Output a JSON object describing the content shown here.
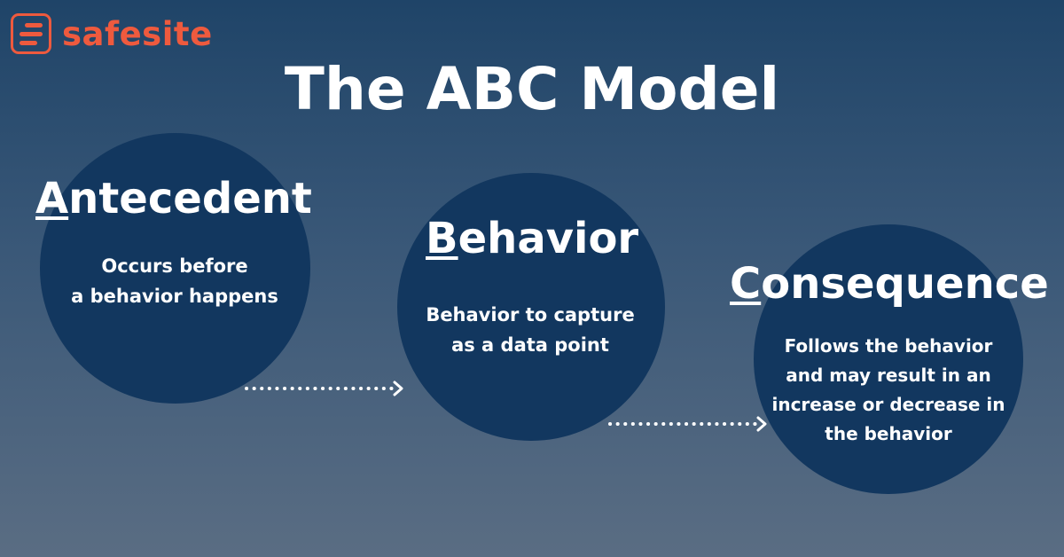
{
  "brand": {
    "name": "safesite",
    "color": "#ee5a3e"
  },
  "title": "The ABC Model",
  "colors": {
    "circle": "#12375f",
    "text": "#ffffff"
  },
  "steps": [
    {
      "letter": "A",
      "rest": "ntecedent",
      "description": [
        "Occurs before",
        "a behavior happens"
      ]
    },
    {
      "letter": "B",
      "rest": "ehavior",
      "description": [
        "Behavior to capture",
        "as a data point"
      ]
    },
    {
      "letter": "C",
      "rest": "onsequence",
      "description": [
        "Follows the behavior",
        "and may result in an",
        "increase or decrease in",
        "the behavior"
      ]
    }
  ]
}
